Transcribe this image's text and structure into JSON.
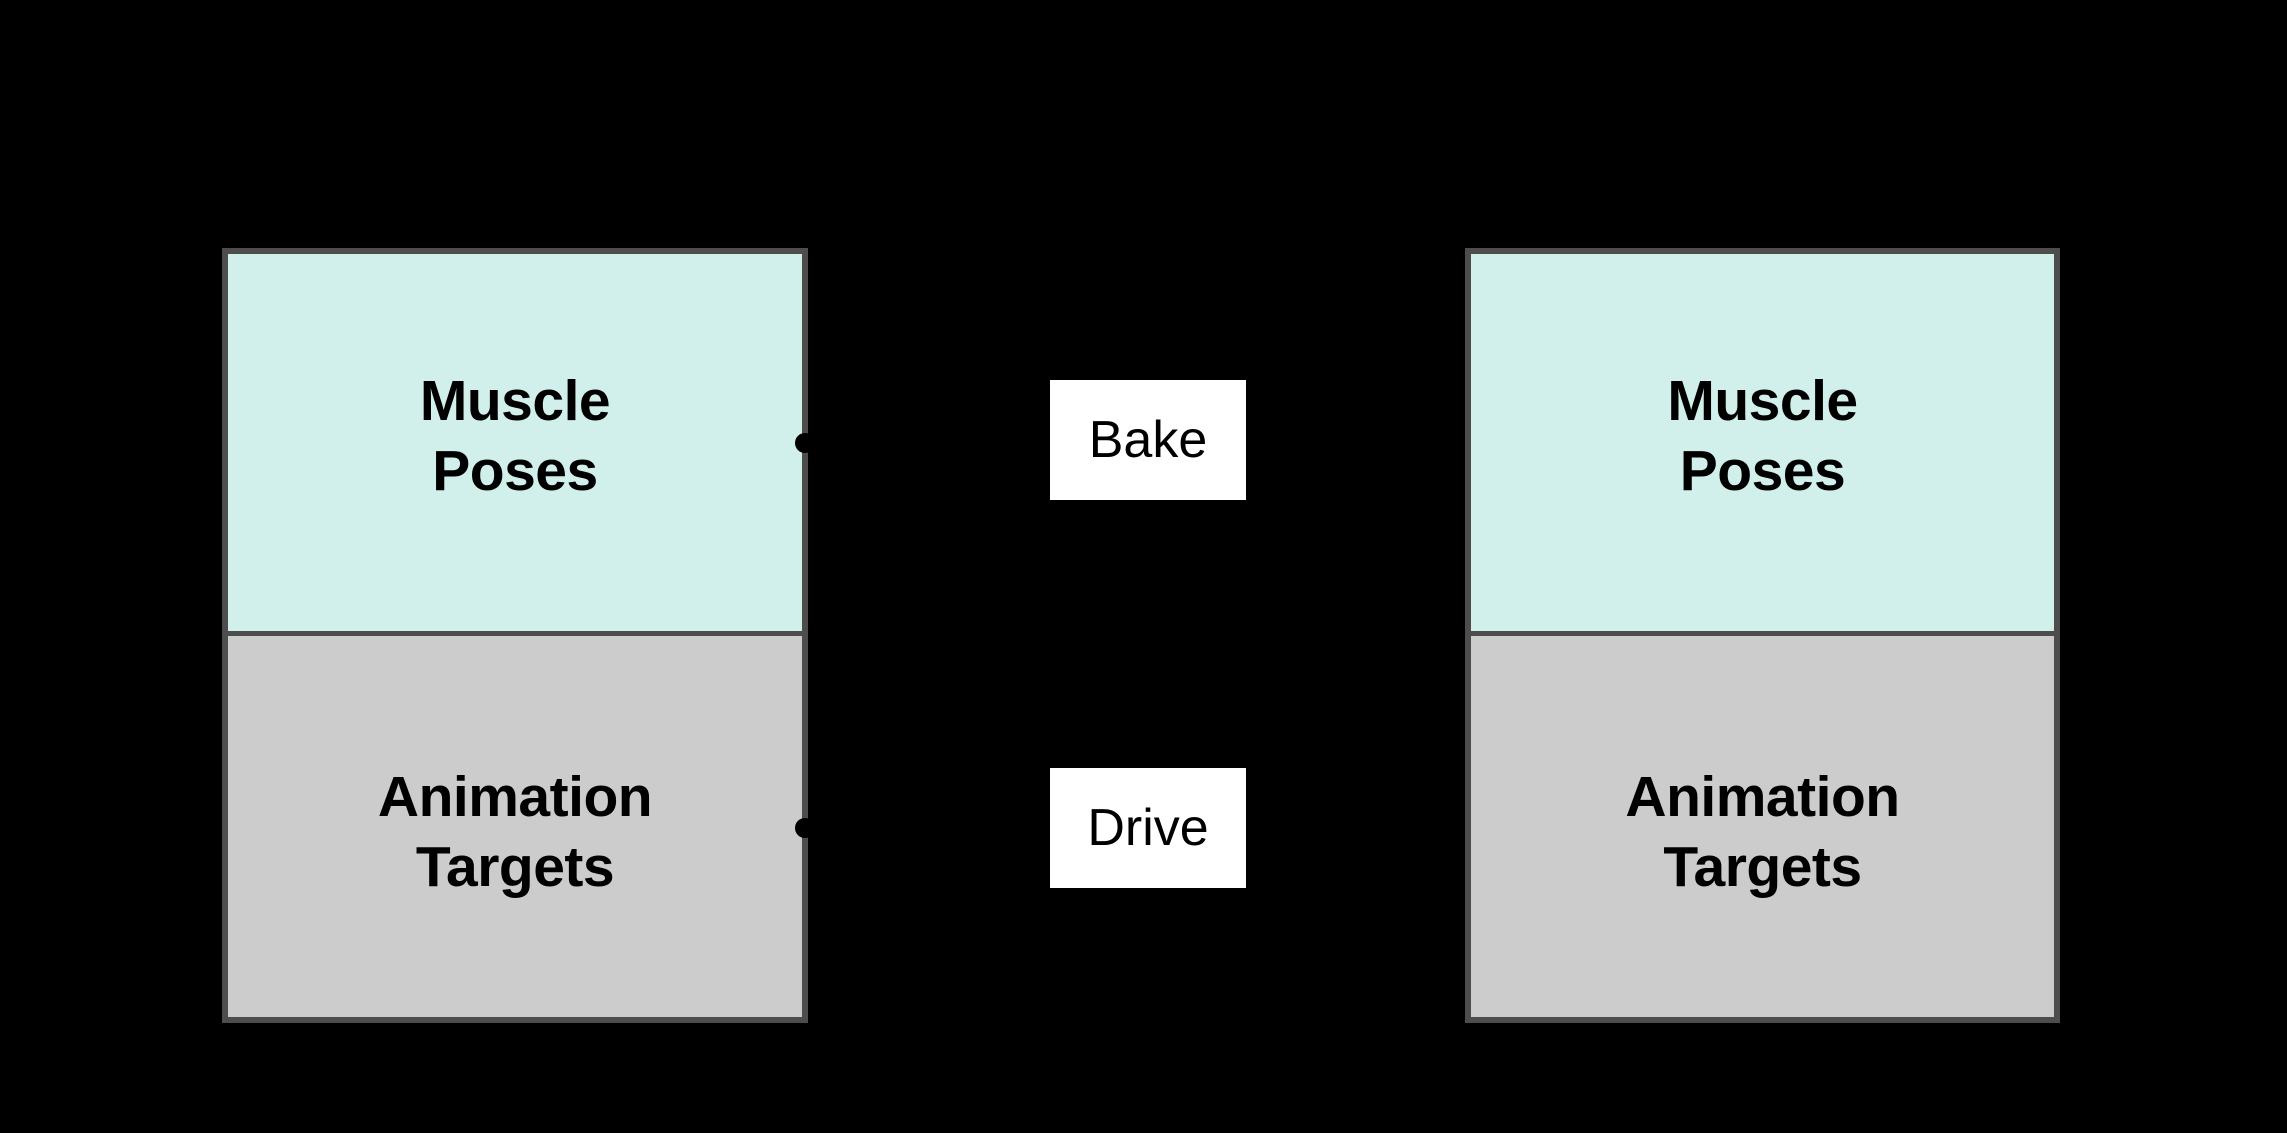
{
  "diagram": {
    "type": "block-diagram",
    "background_color": "#000000",
    "nodes": [
      {
        "id": "source-node",
        "position": "left",
        "compartments": [
          {
            "id": "muscle-poses-source",
            "label": "Muscle\nPoses",
            "line1": "Muscle",
            "line2": "Poses",
            "fill_color": "#d1efeb",
            "border_color": "#4d4d4d"
          },
          {
            "id": "animation-targets-source",
            "label": "Animation\nTargets",
            "line1": "Animation",
            "line2": "Targets",
            "fill_color": "#cccccc",
            "border_color": "#4d4d4d"
          }
        ]
      },
      {
        "id": "target-node",
        "position": "right",
        "compartments": [
          {
            "id": "muscle-poses-target",
            "label": "Muscle\nPoses",
            "line1": "Muscle",
            "line2": "Poses",
            "fill_color": "#d1efeb",
            "border_color": "#4d4d4d"
          },
          {
            "id": "animation-targets-target",
            "label": "Animation\nTargets",
            "line1": "Animation",
            "line2": "Targets",
            "fill_color": "#cccccc",
            "border_color": "#4d4d4d"
          }
        ]
      }
    ],
    "edges": [
      {
        "id": "bake-edge",
        "label": "Bake",
        "from": "muscle-poses-source",
        "to": "muscle-poses-target",
        "label_background": "#ffffff",
        "label_color": "#000000",
        "line_color": "#000000"
      },
      {
        "id": "drive-edge",
        "label": "Drive",
        "from": "animation-targets-source",
        "to": "animation-targets-target",
        "label_background": "#ffffff",
        "label_color": "#000000",
        "line_color": "#000000"
      }
    ]
  }
}
